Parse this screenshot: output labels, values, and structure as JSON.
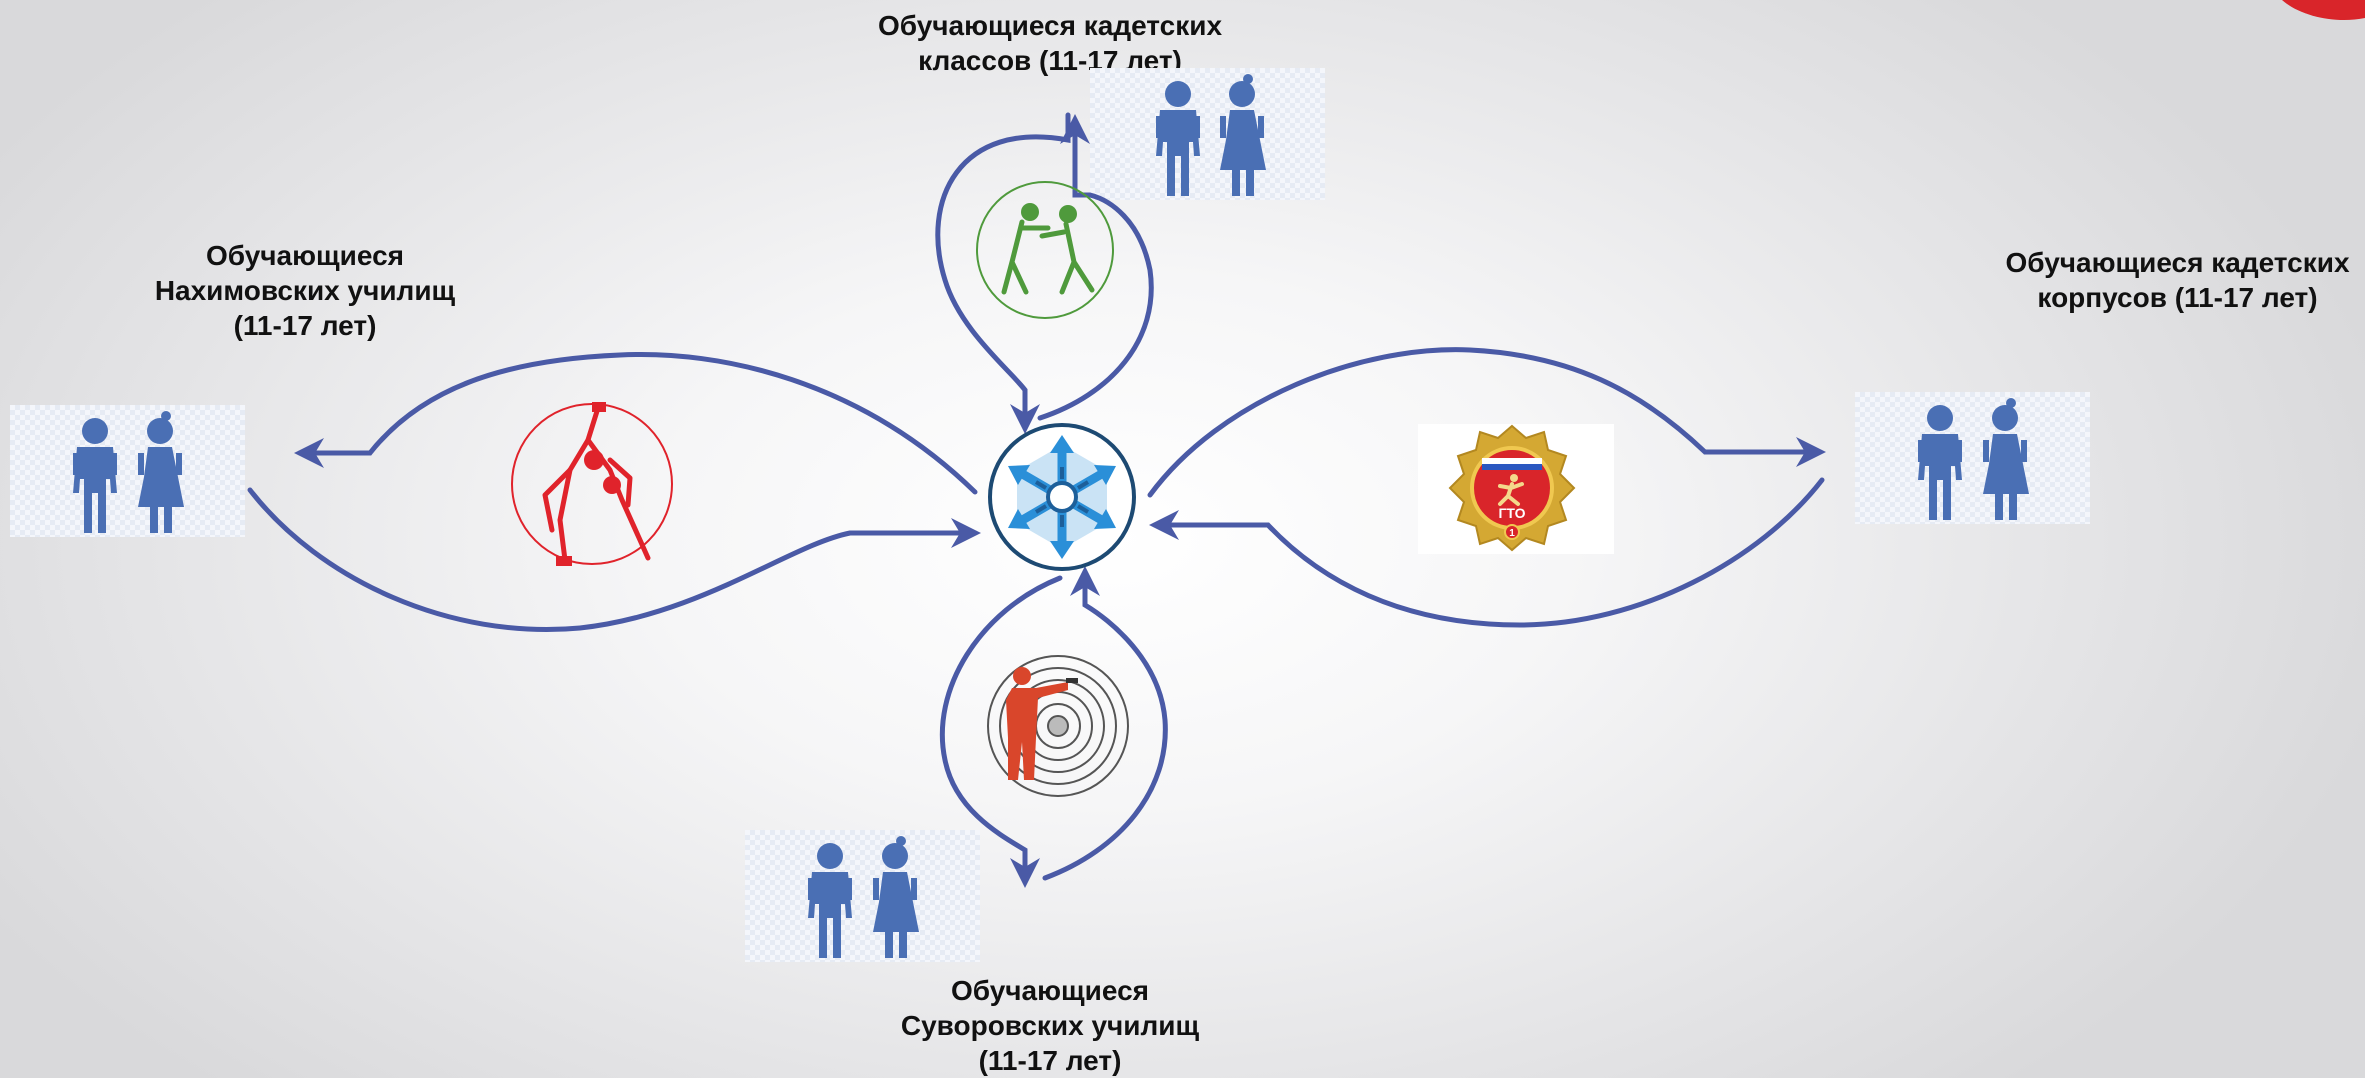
{
  "colors": {
    "arrow": "#4a5aa6",
    "people": "#4a6fb4",
    "sambo": "#e0232b",
    "judo": "#4f9a3c",
    "shooter": "#d9462b",
    "center_ring": "#1d4a73",
    "center_snowflake": "#2a8fd8",
    "gto_gold": "#d4a833",
    "gto_red": "#d9252a"
  },
  "groups": {
    "top": {
      "line1": "Обучающиеся кадетских",
      "line2": "классов (11-17 лет)"
    },
    "left": {
      "line1": "Обучающиеся",
      "line2": "Нахимовских училищ",
      "line3": "(11-17 лет)"
    },
    "right": {
      "line1": "Обучающиеся кадетских",
      "line2": "корпусов (11-17 лет)"
    },
    "bottom": {
      "line1": "Обучающиеся",
      "line2": "Суворовских училищ",
      "line3": "(11-17 лет)"
    }
  },
  "center": {
    "icon": "snowflake-emblem-icon"
  },
  "sports_icons": {
    "top": "judo-icon",
    "left": "sambo-wrestling-icon",
    "right": "gto-badge-icon",
    "bottom": "shooting-icon"
  },
  "gto_badge": {
    "text": "ГТО",
    "number": "1"
  },
  "corner_logo": "red-corner-logo-icon"
}
